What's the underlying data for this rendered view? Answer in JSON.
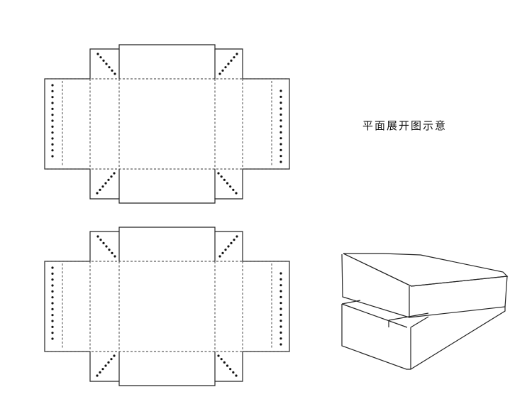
{
  "caption": "平面展开图示意",
  "colors": {
    "line": "#222222",
    "background": "#ffffff"
  },
  "figures": [
    {
      "name": "box-lid-net-top",
      "kind": "flat-net"
    },
    {
      "name": "box-base-net-bottom",
      "kind": "flat-net"
    },
    {
      "name": "assembled-box-isometric",
      "kind": "3d-box-with-lid"
    }
  ]
}
